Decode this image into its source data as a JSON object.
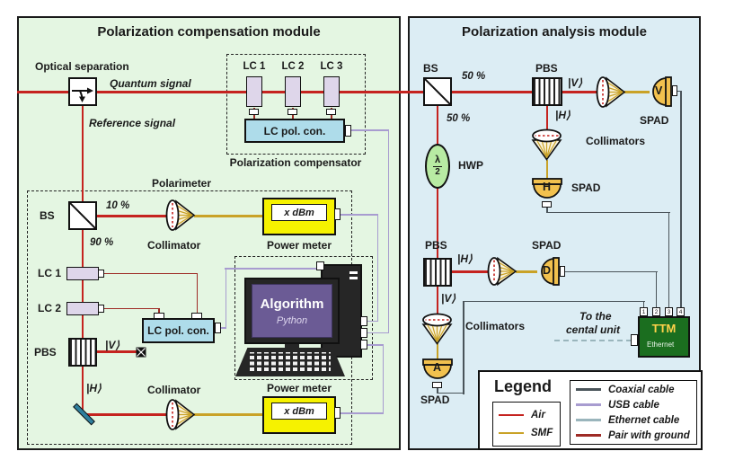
{
  "colors": {
    "air": "#c5231f",
    "smf": "#c9a227",
    "coaxial": "#4a545a",
    "usb": "#a89cd0",
    "ethernet": "#9ab5bc",
    "pair_with_ground": "#9e2b26",
    "compensation_bg": "#e4f6e2",
    "analysis_bg": "#dcedf4",
    "power_meter_yellow": "#f6f200",
    "spad_gold": "#f2c14e",
    "ttm_green": "#1b6e1f",
    "screen_purple": "#6b5b95",
    "lc_cell": "#ded6ea",
    "lc_controller": "#aedcea",
    "hwp_green": "#b8eba3"
  },
  "compensation": {
    "title": "Polarization compensation module",
    "optical_separation_label": "Optical separation",
    "quantum_signal_label": "Quantum signal",
    "reference_signal_label": "Reference signal",
    "compensator": {
      "lc1": "LC 1",
      "lc2": "LC 2",
      "lc3": "LC 3",
      "controller": "LC pol. con.",
      "caption": "Polarization compensator"
    },
    "polarimeter": {
      "caption": "Polarimeter",
      "bs": "BS",
      "tap": "10 %",
      "through": "90 %",
      "collimator": "Collimator",
      "power_meter": "Power meter",
      "power_meter_reading": "x dBm",
      "lc1": "LC 1",
      "lc2": "LC 2",
      "pbs": "PBS",
      "ket_v": "|V⟩",
      "ket_h": "|H⟩",
      "controller": "LC pol. con."
    },
    "computer": {
      "screen_title": "Algorithm",
      "screen_subtitle": "Python"
    }
  },
  "analysis": {
    "title": "Polarization analysis module",
    "bs": "BS",
    "split_top": "50 %",
    "split_bottom": "50 %",
    "hwp_label": "HWP",
    "hwp_num": "λ",
    "hwp_den": "2",
    "pbs_top": "PBS",
    "pbs_bottom": "PBS",
    "ket_v_top": "|V⟩",
    "ket_h_top": "|H⟩",
    "ket_h_bottom": "|H⟩",
    "ket_v_bottom": "|V⟩",
    "collimators_top": "Collimators",
    "collimators_bottom": "Collimators",
    "spad": "SPAD",
    "det_v": "V",
    "det_h": "H",
    "det_d": "D",
    "det_a": "A",
    "ttm": {
      "name": "TTM",
      "ethernet": "Ethernet",
      "ports": [
        "1",
        "2",
        "3",
        "4"
      ],
      "to_central_line1": "To the",
      "to_central_line2": "cental unit"
    }
  },
  "legend": {
    "title": "Legend",
    "optical": [
      {
        "label": "Air",
        "color": "#c5231f"
      },
      {
        "label": "SMF",
        "color": "#c9a227"
      }
    ],
    "electrical": [
      {
        "label": "Coaxial cable",
        "color": "#4a545a"
      },
      {
        "label": "USB cable",
        "color": "#a89cd0"
      },
      {
        "label": "Ethernet cable",
        "color": "#9ab5bc"
      },
      {
        "label": "Pair with ground",
        "color": "#9e2b26"
      }
    ]
  }
}
